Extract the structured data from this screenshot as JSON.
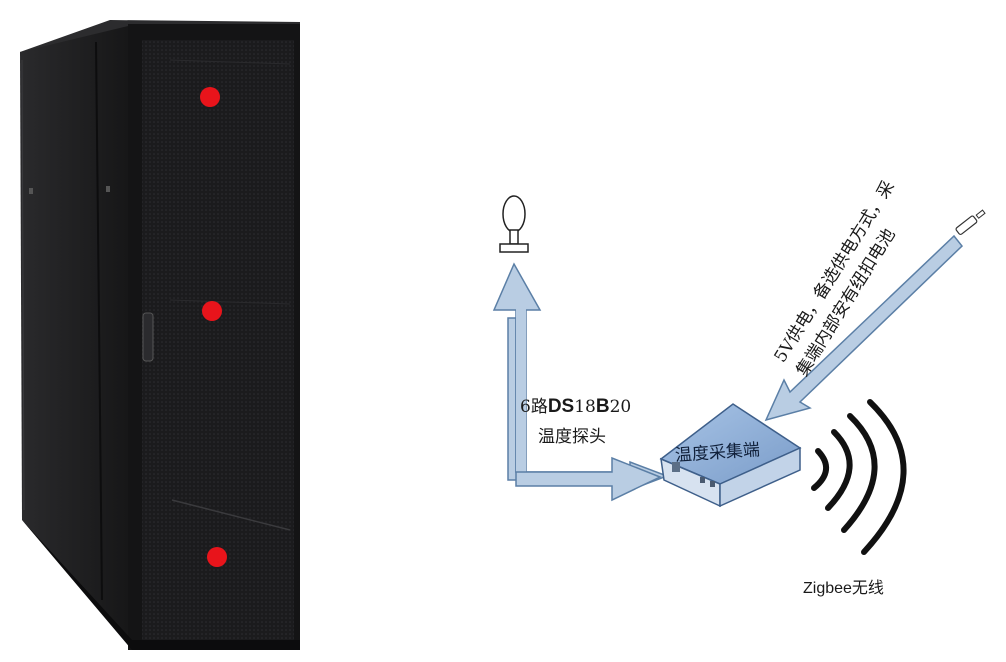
{
  "probe_label_line1": {
    "part1": "6路",
    "part2": "DS",
    "part3": "18",
    "part4": "B",
    "part5": "20"
  },
  "probe_label_line2": "温度探头",
  "collector_label": "温度采集端",
  "power_label_line1": "5V供电，备选供电方式，采",
  "power_label_line2": "集端内部安有纽扣电池",
  "zigbee_label": "Zigbee无线",
  "colors": {
    "cabinet": "#1c1c1e",
    "sensor_dot": "#e8141b",
    "arrow_fill": "#b9cde3",
    "arrow_stroke": "#5b7fa6",
    "box_top": "#8fb0d8",
    "wave": "#111111"
  }
}
